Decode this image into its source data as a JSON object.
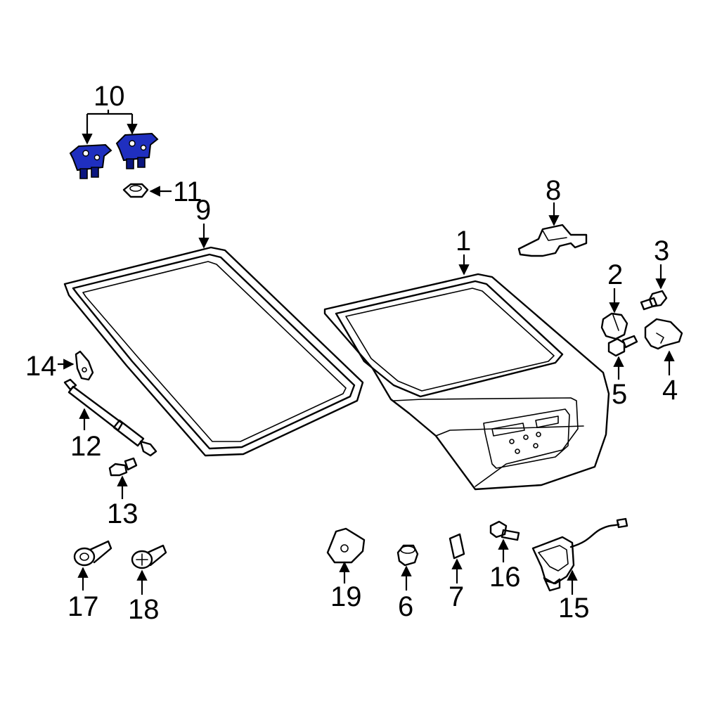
{
  "callouts": {
    "p1": "1",
    "p2": "2",
    "p3": "3",
    "p4": "4",
    "p5": "5",
    "p6": "6",
    "p7": "7",
    "p8": "8",
    "p9": "9",
    "p10": "10",
    "p11": "11",
    "p12": "12",
    "p13": "13",
    "p14": "14",
    "p15": "15",
    "p16": "16",
    "p17": "17",
    "p18": "18",
    "p19": "19"
  },
  "colors": {
    "highlight": "#1f2fbf",
    "highlight_dark": "#0b1680",
    "line": "#000000",
    "background": "#ffffff"
  },
  "highlighted_part": "10"
}
